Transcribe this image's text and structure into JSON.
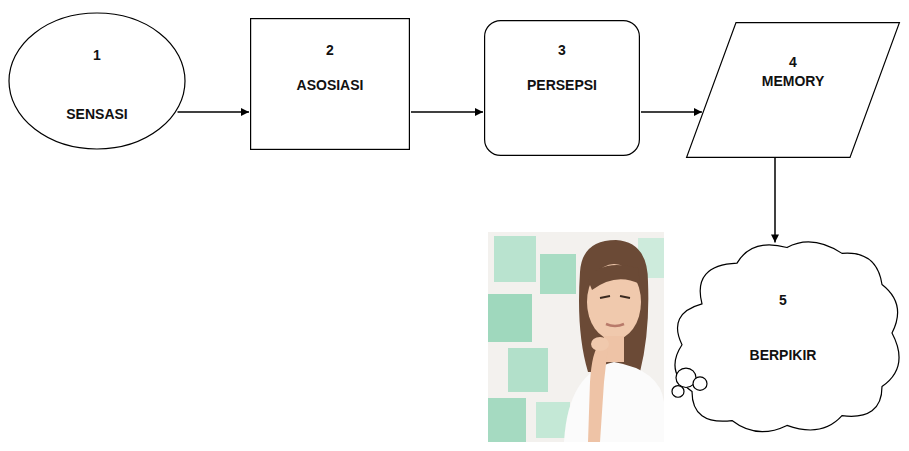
{
  "diagram": {
    "nodes": [
      {
        "text": [
          "1",
          "SENSASI"
        ]
      },
      {
        "text": [
          "2",
          "ASOSIASI"
        ]
      },
      {
        "text": [
          "3",
          "PERSEPSI"
        ]
      },
      {
        "text": [
          "4",
          "MEMORY"
        ]
      },
      {
        "text": [
          "5",
          "BERPIKIR"
        ]
      }
    ],
    "edges": [
      {
        "from": 0,
        "to": 1,
        "arrow": "to"
      },
      {
        "from": 1,
        "to": 2,
        "arrow": "to"
      },
      {
        "from": 2,
        "to": 3,
        "arrow": "to"
      },
      {
        "from": 3,
        "to": 4,
        "arrow": "to"
      }
    ]
  }
}
